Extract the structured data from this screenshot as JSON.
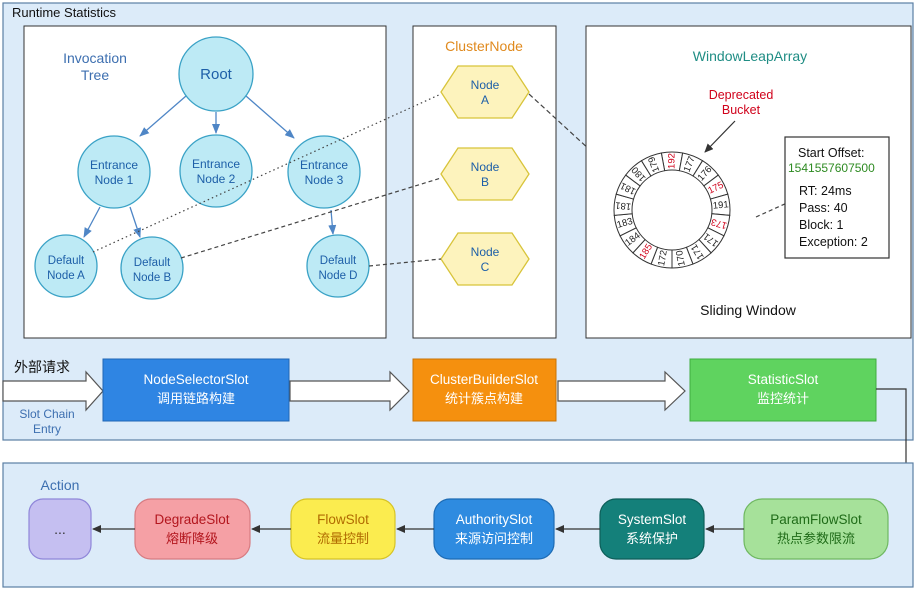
{
  "runtime_title": "Runtime Statistics",
  "invocation_tree": {
    "title_line1": "Invocation",
    "title_line2": "Tree",
    "root": "Root",
    "entrance": [
      {
        "line1": "Entrance",
        "line2": "Node 1"
      },
      {
        "line1": "Entrance",
        "line2": "Node 2"
      },
      {
        "line1": "Entrance",
        "line2": "Node 3"
      }
    ],
    "defaults": [
      {
        "line1": "Default",
        "line2": "Node A"
      },
      {
        "line1": "Default",
        "line2": "Node B"
      },
      {
        "line1": "Default",
        "line2": "Node D"
      }
    ]
  },
  "cluster_node": {
    "title": "ClusterNode",
    "nodes": [
      {
        "line1": "Node",
        "line2": "A"
      },
      {
        "line1": "Node",
        "line2": "B"
      },
      {
        "line1": "Node",
        "line2": "C"
      }
    ]
  },
  "window": {
    "title": "WindowLeapArray",
    "deprecated_line1": "Deprecated",
    "deprecated_line2": "Bucket",
    "sliding_label": "Sliding Window",
    "buckets": [
      "192",
      "177",
      "176",
      "175",
      "191",
      "173",
      "171",
      "171",
      "170",
      "172",
      "185",
      "184",
      "183",
      "181",
      "181",
      "180",
      "179"
    ],
    "highlight_color": "#d0021b",
    "highlighted": [
      "192",
      "175",
      "173",
      "185"
    ],
    "info": {
      "offset_label": "Start Offset:",
      "offset_value": "1541557607500",
      "rt": "RT: 24ms",
      "pass": "Pass: 40",
      "block": "Block: 1",
      "exception": "Exception: 2"
    }
  },
  "chain": {
    "external_request": "外部请求",
    "entry_line1": "Slot Chain",
    "entry_line2": "Entry",
    "slots": [
      {
        "name": "NodeSelectorSlot",
        "desc": "调用链路构建",
        "color": "#2f85e3"
      },
      {
        "name": "ClusterBuilderSlot",
        "desc": "统计簇点构建",
        "color": "#f5900e"
      },
      {
        "name": "StatisticSlot",
        "desc": "监控统计",
        "color": "#5fd35f"
      }
    ]
  },
  "action": {
    "title": "Action",
    "more": "...",
    "slots": [
      {
        "name": "DegradeSlot",
        "desc": "熔断降级",
        "color": "#f5a0a5"
      },
      {
        "name": "FlowSlot",
        "desc": "流量控制",
        "color": "#fbec4f"
      },
      {
        "name": "AuthoritySlot",
        "desc": "来源访问控制",
        "color": "#2e8be0"
      },
      {
        "name": "SystemSlot",
        "desc": "系统保护",
        "color": "#14807a"
      },
      {
        "name": "ParamFlowSlot",
        "desc": "热点参数限流",
        "color": "#a6e19a"
      }
    ]
  },
  "colors": {
    "panel_bg": "#dcebf9",
    "panel_border": "#5b7fa3",
    "circle_fill": "#bdeaf5",
    "circle_stroke": "#3aa2c6",
    "hex_fill": "#fdf3bd",
    "hex_stroke": "#d8c43a",
    "title_blue": "#3d6fb0",
    "title_orange": "#e08a1e",
    "title_teal": "#1f8d84",
    "offset_green": "#2e8b22",
    "more_fill": "#c5bff1"
  }
}
